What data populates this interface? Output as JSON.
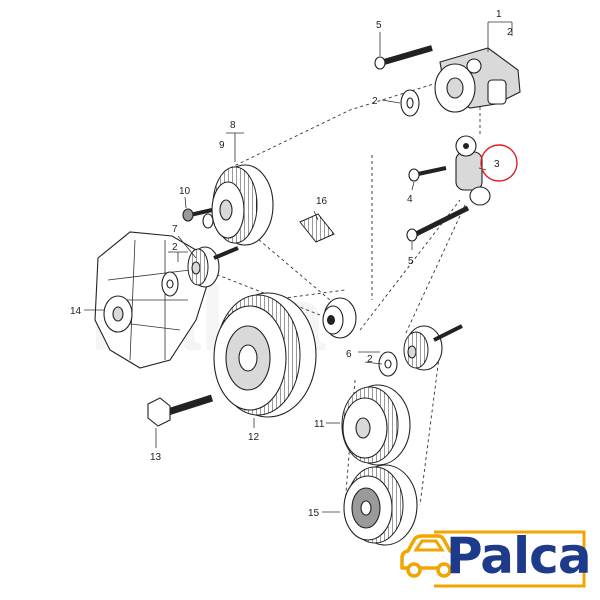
{
  "diagram": {
    "callouts": [
      {
        "id": "c1",
        "text": "1"
      },
      {
        "id": "c2a",
        "text": "2"
      },
      {
        "id": "c2b",
        "text": "2"
      },
      {
        "id": "c2c",
        "text": "2"
      },
      {
        "id": "c2d",
        "text": "2"
      },
      {
        "id": "c3",
        "text": "3"
      },
      {
        "id": "c4",
        "text": "4"
      },
      {
        "id": "c5a",
        "text": "5"
      },
      {
        "id": "c5b",
        "text": "5"
      },
      {
        "id": "c6",
        "text": "6"
      },
      {
        "id": "c7",
        "text": "7"
      },
      {
        "id": "c8",
        "text": "8"
      },
      {
        "id": "c9",
        "text": "9"
      },
      {
        "id": "c10",
        "text": "10"
      },
      {
        "id": "c11",
        "text": "11"
      },
      {
        "id": "c12",
        "text": "12"
      },
      {
        "id": "c13",
        "text": "13"
      },
      {
        "id": "c14",
        "text": "14"
      },
      {
        "id": "c15",
        "text": "15"
      },
      {
        "id": "c16",
        "text": "16"
      }
    ],
    "highlight_color": "#e02020",
    "watermark": "Palca"
  },
  "logo": {
    "text": "Palca",
    "text_color": "#1e3a8a",
    "car_color": "#f2a500"
  }
}
